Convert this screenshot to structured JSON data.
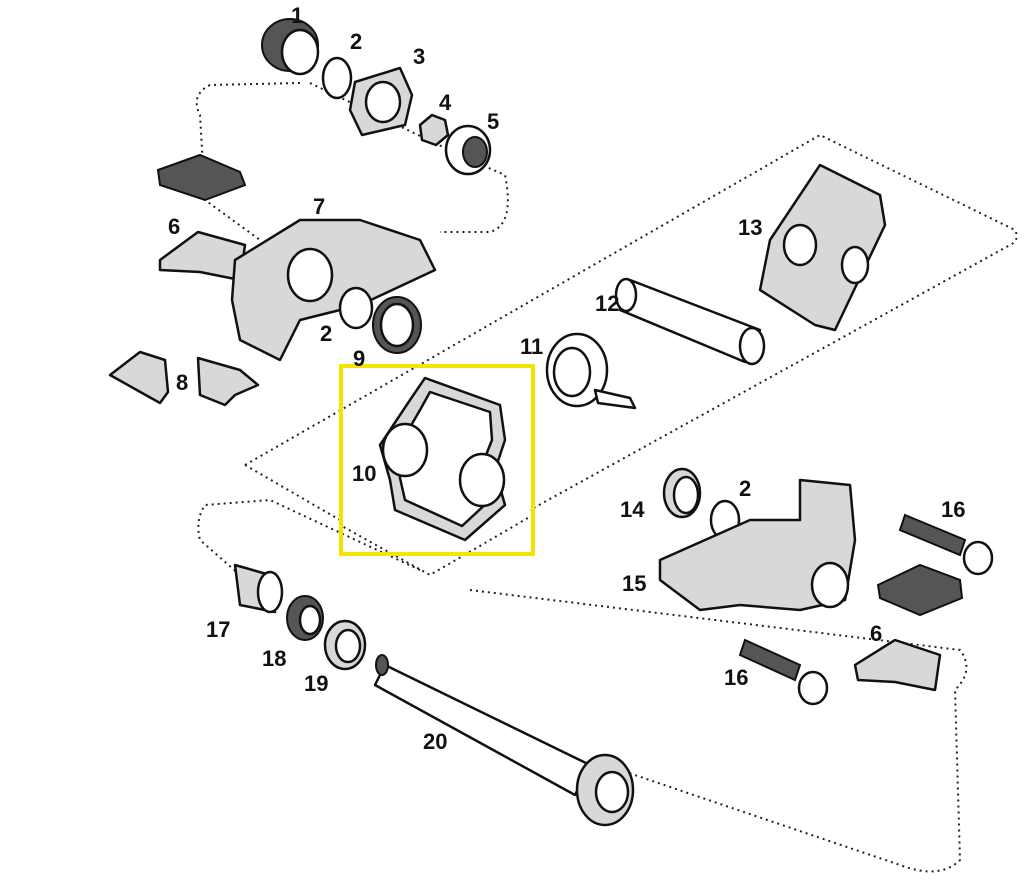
{
  "diagram": {
    "title": "Exploded pedal assembly",
    "highlight_color": "#f2e600",
    "highlighted_part": "10",
    "labels": [
      "1",
      "2",
      "3",
      "4",
      "5",
      "6",
      "7",
      "2",
      "9",
      "8",
      "11",
      "12",
      "13",
      "10",
      "14",
      "2",
      "16",
      "15",
      "17",
      "18",
      "19",
      "16",
      "6",
      "20"
    ]
  }
}
